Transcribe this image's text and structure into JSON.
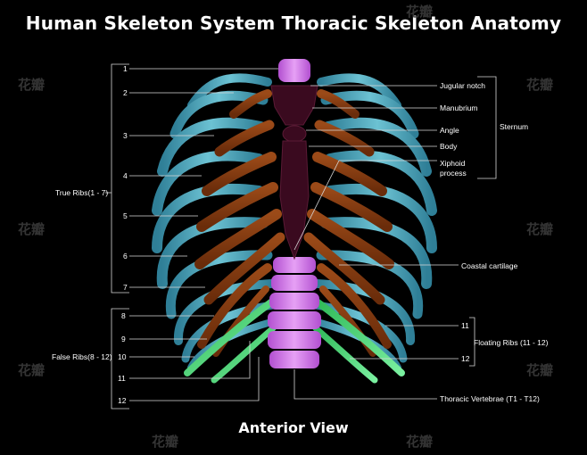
{
  "title": "Human Skeleton System Thoracic Skeleton Anatomy",
  "subtitle": "Anterior View",
  "colors": {
    "rib_bone": "#5fb6c8",
    "costal_cartilage": "#8a3f12",
    "sternum": "#3a0a1f",
    "vertebrae": "#d070e8",
    "floating_rib": "#3fdc6e",
    "background": "#000000",
    "leader_line": "#d8d8d8"
  },
  "watermark": "花瓣",
  "rib_numbers": [
    "1",
    "2",
    "3",
    "4",
    "5",
    "6",
    "7",
    "8",
    "9",
    "10",
    "11",
    "12"
  ],
  "groups": {
    "true_ribs": "True Ribs(1 - 7)",
    "false_ribs": "False Ribs(8 - 12)",
    "floating_ribs": "Floating Ribs (11 - 12)",
    "floating_nums": [
      "11",
      "12"
    ]
  },
  "sternum": {
    "label": "Sternum",
    "parts": [
      "Jugular notch",
      "Manubrium",
      "Angle",
      "Body",
      "Xiphoid",
      "process"
    ]
  },
  "labels": {
    "costal_cartilage": "Coastal cartilage",
    "thoracic_vertebrae": "Thoracic Vertebrae (T1 - T12)"
  }
}
